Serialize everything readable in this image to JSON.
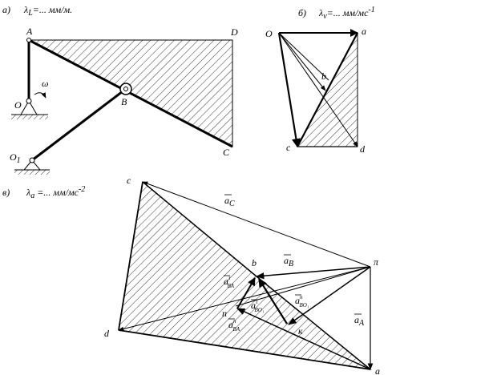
{
  "panel_a": {
    "tag": "а)",
    "scale_sym": "λ",
    "scale_sub": "L",
    "scale_rest": "=... мм/м.",
    "points": {
      "A": "A",
      "D": "D",
      "B": "B",
      "C": "C",
      "O": "O",
      "O1": "O",
      "O1_sub": "1"
    },
    "omega": "ω"
  },
  "panel_b": {
    "tag": "б)",
    "scale_sym": "λ",
    "scale_sub": "v",
    "scale_rest": "=... мм/мс",
    "scale_sup": "-1",
    "points": {
      "O": "O",
      "a": "a",
      "b": "b",
      "c": "c",
      "d": "d"
    }
  },
  "panel_c": {
    "tag": "в)",
    "scale_sym": "λ",
    "scale_sub": "a",
    "scale_rest": " =... мм/мс",
    "scale_sup": "-2",
    "points": {
      "c": "c",
      "b": "b",
      "pi": "π",
      "d": "d",
      "n": "n",
      "k": "к",
      "a": "a"
    },
    "vectors": {
      "aC": {
        "sym": "a",
        "sub": "C"
      },
      "aB": {
        "sym": "a",
        "sub": "B"
      },
      "aA": {
        "sym": "a",
        "sub": "A"
      },
      "aBA": {
        "sym": "a",
        "sup": "τ",
        "sub": "BA"
      },
      "aBA_n": {
        "sym": "a",
        "sup": "n",
        "sub": "BA"
      },
      "aBO1_t": {
        "sym": "a",
        "sup": "τ",
        "sub": "BO₁"
      },
      "aBO1_n": {
        "sym": "a",
        "sup": "n",
        "sub": "BO₁"
      }
    }
  }
}
